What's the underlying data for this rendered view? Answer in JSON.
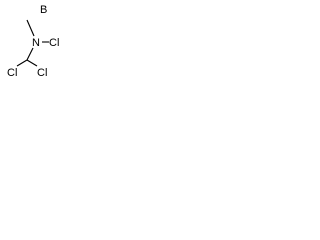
{
  "figure": {
    "panel_label": "B",
    "atoms": {
      "nitrogen": "N",
      "chlorine_on_nitrogen": "Cl",
      "chlorine_left": "Cl",
      "chlorine_right": "Cl"
    },
    "colors": {
      "background": "#ffffff",
      "ink": "#000000"
    }
  }
}
